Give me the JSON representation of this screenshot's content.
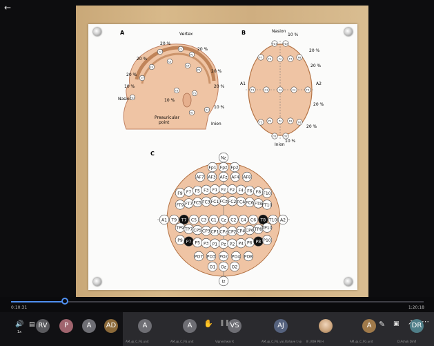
{
  "player": {
    "back_icon": "arrow-left-icon",
    "time_elapsed": "0:10:31",
    "time_total": "1:20:18",
    "progress": 0.13
  },
  "figure": {
    "panel_a": {
      "label": "A",
      "vertex": "Vertex",
      "nasion": "Nasion",
      "inion": "Inion",
      "preauricular": [
        "Preauricular",
        "point"
      ],
      "percent": "20 %",
      "percent_10": "10 %",
      "electrodes": [
        "Fp1",
        "F7",
        "F3",
        "C3",
        "C4",
        "Cz",
        "Fz",
        "Pz",
        "P3",
        "T3",
        "T5",
        "O1",
        "A1"
      ]
    },
    "panel_b": {
      "label": "B",
      "nasion": "Nasion",
      "inion": "Inion",
      "percent": "20 %",
      "percent_10": "10 %",
      "left": "A1",
      "right": "A2",
      "electrodes": [
        "Fp1",
        "Fp2",
        "F7",
        "F3",
        "Fz",
        "F4",
        "F8",
        "T3",
        "C3",
        "Cz",
        "C4",
        "T4",
        "T5",
        "P3",
        "Pz",
        "P4",
        "T6",
        "O1",
        "O2"
      ]
    },
    "panel_c": {
      "label": "C",
      "rows": [
        [
          "Nz"
        ],
        [
          "Fp1",
          "Fpz",
          "Fp2"
        ],
        [
          "AF7",
          "AF3",
          "AFz",
          "AF4",
          "AF8"
        ],
        [
          "F9",
          "F7",
          "F5",
          "F3",
          "F1",
          "Fz",
          "F2",
          "F4",
          "F6",
          "F8",
          "F10"
        ],
        [
          "FT9",
          "FT7",
          "FC5",
          "FC3",
          "FC1",
          "FCz",
          "FC2",
          "FC4",
          "FC6",
          "FT8",
          "FT10"
        ],
        [
          "A1",
          "T9",
          "T7",
          "C5",
          "C3",
          "C1",
          "Cz",
          "C2",
          "C4",
          "C6",
          "T8",
          "T10",
          "A2"
        ],
        [
          "TP9",
          "TP7",
          "CP5",
          "CP3",
          "CP1",
          "CPz",
          "CP2",
          "CP4",
          "CP6",
          "TP8",
          "TP10"
        ],
        [
          "P9",
          "P7",
          "P5",
          "P3",
          "P1",
          "Pz",
          "P2",
          "P4",
          "P6",
          "P8",
          "P10"
        ],
        [
          "PO7",
          "PO3",
          "POz",
          "PO4",
          "PO8"
        ],
        [
          "O1",
          "Oz",
          "O2"
        ],
        [
          "Iz"
        ]
      ],
      "highlighted": [
        "T7",
        "T8",
        "P7",
        "P8"
      ]
    }
  },
  "dock": {
    "controls": {
      "audio_icon": "speaker-icon",
      "audio_label": "1x",
      "captions_icon": "captions-icon",
      "raise_hand_icon": "hand-icon",
      "pause_icon": "pause-icon",
      "pen_icon": "pen-icon",
      "screen_icon": "screen-share-icon",
      "expand_icon": "expand-icon",
      "more_icon": "more-icon"
    },
    "participants": [
      {
        "initials": "RV",
        "name": "",
        "color": "#5a5a5e"
      },
      {
        "initials": "P",
        "name": "",
        "color": "#a0646e"
      },
      {
        "initials": "A",
        "name": "",
        "color": "#6e6e74"
      },
      {
        "initials": "AD",
        "name": "",
        "color": "#8c6a3a"
      },
      {
        "initials": "A",
        "name": "AM_@_C_FG.unit",
        "color": "#6e6e74"
      },
      {
        "initials": "A",
        "name": "AM_@_C_FG.unit",
        "color": "#6e6e74"
      },
      {
        "initials": "VS",
        "name": "Vigneshwar K",
        "color": "#6e6e74"
      },
      {
        "initials": "AJ",
        "name": "AM_@_C_FG_vai_Rahave t.vjo",
        "color": "#55627e"
      },
      {
        "initials": "",
        "name": "IF_VOH PB H",
        "color": "#c9a27a"
      },
      {
        "initials": "A",
        "name": "AM_@_C_FG.unit",
        "color": "#a07a4a"
      },
      {
        "initials": "DR",
        "name": "D.Ashok Dmfl",
        "color": "#4f7e88"
      }
    ]
  }
}
